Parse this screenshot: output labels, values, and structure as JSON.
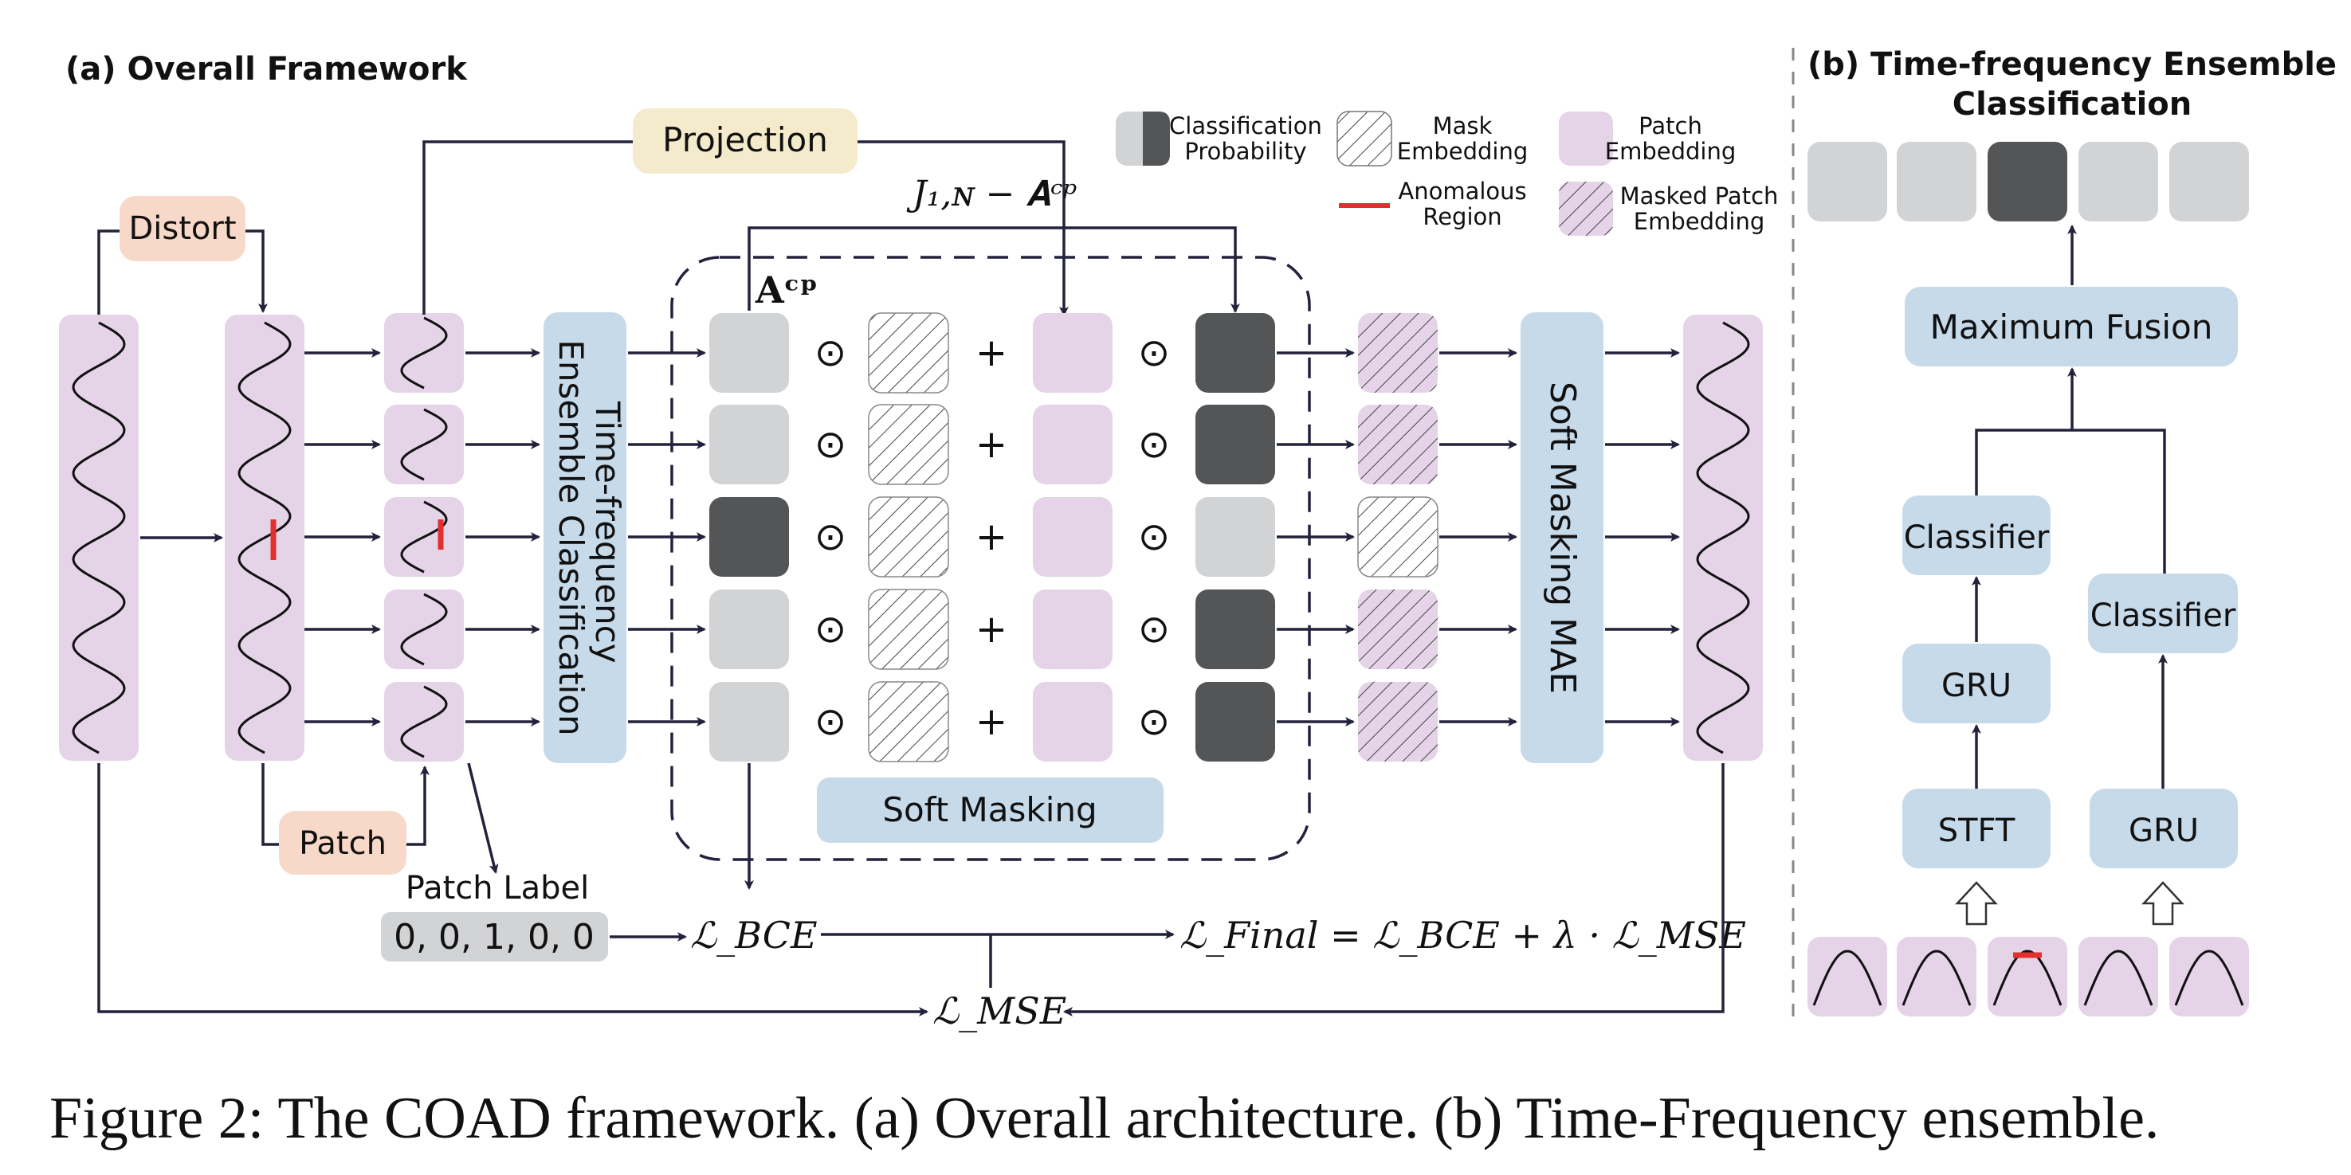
{
  "panel_a": {
    "title": "(a) Overall Framework",
    "distort_label": "Distort",
    "projection_label": "Projection",
    "patch_label_button": "Patch",
    "tfec_label_line1": "Time-frequency",
    "tfec_label_line2": "Ensemble Classification",
    "soft_masking_label": "Soft Masking",
    "soft_masking_mae_label": "Soft Masking MAE",
    "patch_label_title": "Patch Label",
    "patch_label_values": "0, 0, 1, 0, 0",
    "ops": {
      "odot": "⊙",
      "plus": "+"
    },
    "classification_pattern": [
      "light",
      "light",
      "dark",
      "light",
      "light"
    ],
    "inverse_pattern": [
      "dark",
      "dark",
      "light",
      "dark",
      "dark"
    ],
    "masked_output_pattern": [
      "masked",
      "masked",
      "mask",
      "masked",
      "masked"
    ],
    "formulas": {
      "j_minus_a": "J₁,ɴ − 𝐀ᶜᵖ",
      "a_c_p": "𝐀ᶜᵖ",
      "l_bce": "ℒ_BCE",
      "l_final": "ℒ_Final = ℒ_BCE + λ · ℒ_MSE",
      "l_mse": "ℒ_MSE"
    }
  },
  "legend": {
    "classification_probability": [
      "Classification",
      "Probability"
    ],
    "mask_embedding": [
      "Mask",
      "Embedding"
    ],
    "patch_embedding": [
      "Patch",
      "Embedding"
    ],
    "anomalous_region": [
      "Anomalous",
      "Region"
    ],
    "masked_patch_embedding": [
      "Masked Patch",
      "Embedding"
    ]
  },
  "panel_b": {
    "title_line1": "(b) Time-frequency Ensemble",
    "title_line2": "Classification",
    "output_pattern": [
      "light",
      "light",
      "dark",
      "light",
      "light"
    ],
    "maximum_fusion": "Maximum Fusion",
    "classifier_left": "Classifier",
    "classifier_right": "Classifier",
    "gru_left": "GRU",
    "gru_right": "GRU",
    "stft": "STFT"
  },
  "caption": "Figure 2: The COAD framework. (a) Overall architecture. (b) Time-Frequency ensemble.",
  "colors": {
    "purple": "#e5d3e8",
    "blue": "#c6daea",
    "peach": "#f8d8c8",
    "beige": "#f4ebcc",
    "light_gray": "#d2d3d5",
    "dark_gray": "#545556",
    "line": "#22223c",
    "anomaly_red": "#e23030"
  }
}
